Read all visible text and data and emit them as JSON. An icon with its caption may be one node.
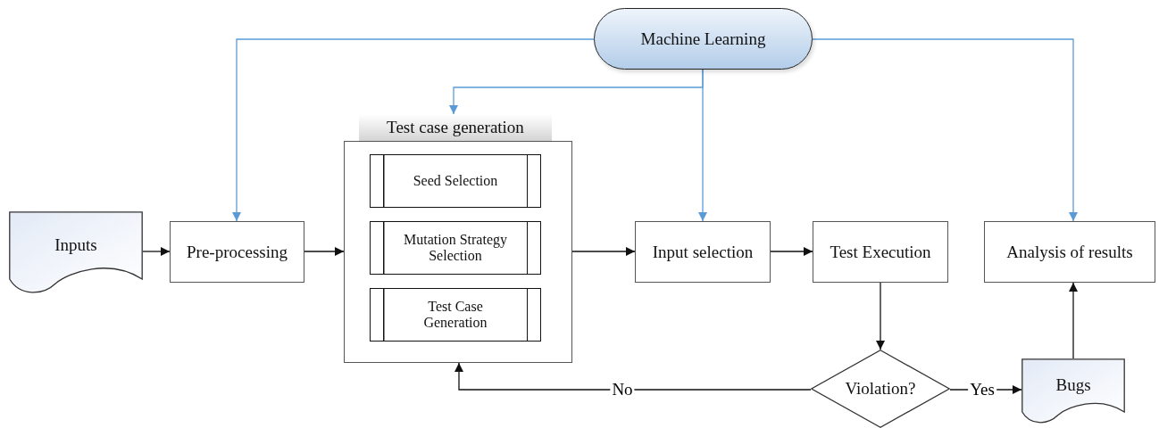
{
  "diagram": {
    "nodes": [
      {
        "text": [
          "Machine Learning"
        ]
      },
      {
        "text": [
          "Inputs"
        ]
      },
      {
        "text": [
          "Pre-processing"
        ]
      },
      {
        "text": [
          "Test case generation"
        ]
      },
      {
        "text": [
          "Seed Selection"
        ],
        "in": 3
      },
      {
        "text": [
          "Mutation Strategy Selection"
        ],
        "in": 3
      },
      {
        "text": [
          "Test Case Generation"
        ],
        "in": 3
      },
      {
        "text": [
          "Input selection"
        ]
      },
      {
        "text": [
          "Test Execution"
        ]
      },
      {
        "text": [
          "Analysis of results"
        ]
      },
      {
        "text": [
          "Violation?"
        ]
      },
      {
        "text": [
          "Bugs"
        ]
      }
    ],
    "edges": [
      {
        "from": 0,
        "to": 2,
        "arrow": "to",
        "color": "#5b9bd5"
      },
      {
        "from": 0,
        "to": 3,
        "arrow": "to",
        "color": "#5b9bd5"
      },
      {
        "from": 0,
        "to": 7,
        "arrow": "to",
        "color": "#5b9bd5"
      },
      {
        "from": 0,
        "to": 9,
        "arrow": "to",
        "color": "#5b9bd5"
      },
      {
        "from": 1,
        "to": 2,
        "arrow": "to"
      },
      {
        "from": 2,
        "to": 3,
        "arrow": "to"
      },
      {
        "from": 3,
        "to": 7,
        "arrow": "to"
      },
      {
        "from": 7,
        "to": 8,
        "arrow": "to"
      },
      {
        "from": 8,
        "to": 10,
        "arrow": "to"
      },
      {
        "from": 10,
        "to": 3,
        "arrow": "to",
        "label": "No"
      },
      {
        "from": 10,
        "to": 11,
        "arrow": "to",
        "label": "Yes"
      },
      {
        "from": 11,
        "to": 9,
        "arrow": "to"
      }
    ]
  }
}
